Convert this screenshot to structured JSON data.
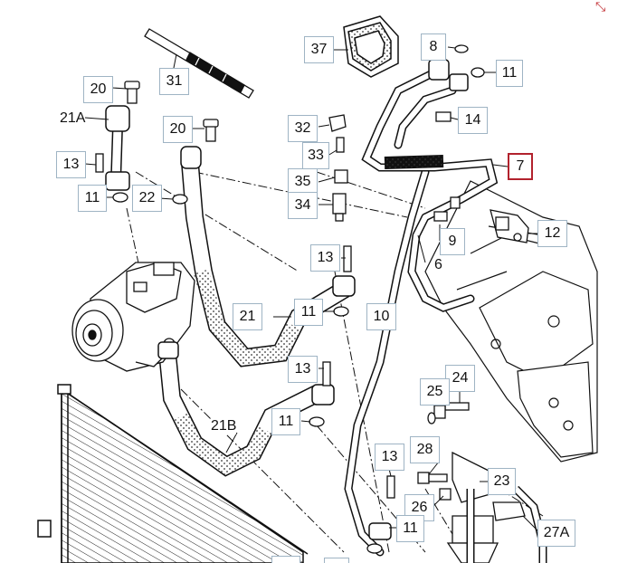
{
  "corner_icon": "expand-arrows-icon",
  "corner_glyph": "⤡",
  "accent": "#b2222d",
  "callouts": [
    "31",
    "37",
    "8",
    "11",
    "20",
    "21A",
    "14",
    "32",
    "33",
    "7",
    "13",
    "11",
    "22",
    "35",
    "34",
    "12",
    "9",
    "6",
    "13",
    "11",
    "21",
    "10",
    "13",
    "24",
    "25",
    "11",
    "21B",
    "28",
    "13",
    "23",
    "26",
    "11",
    "27A"
  ],
  "selected_index": 9
}
